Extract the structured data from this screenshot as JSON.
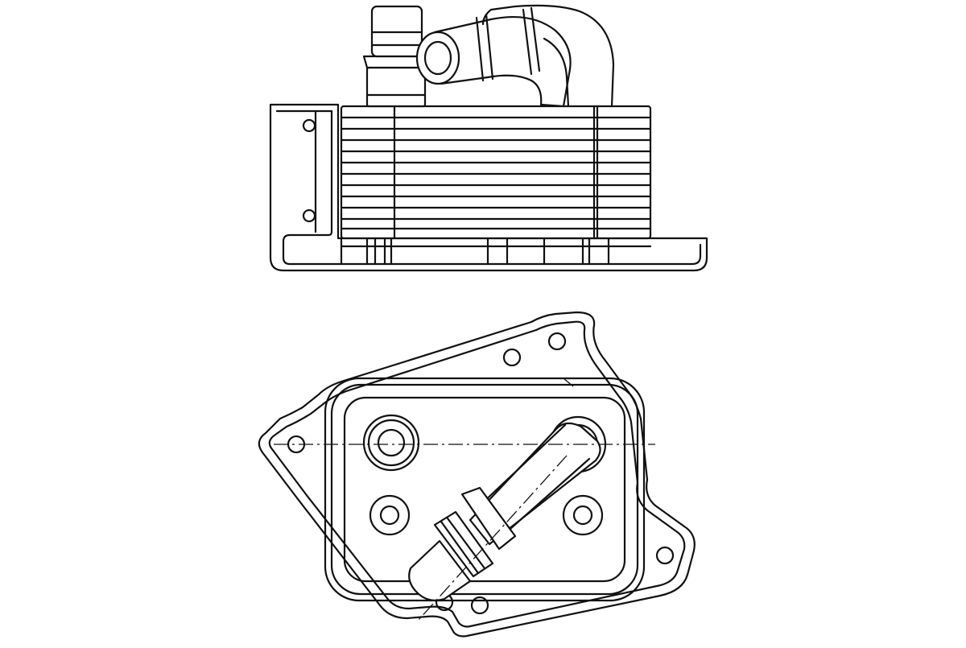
{
  "drawing": {
    "subject": "oil-cooler",
    "views": [
      "side-view",
      "top-view"
    ],
    "line_color": "#111111",
    "background": "#ffffff"
  }
}
